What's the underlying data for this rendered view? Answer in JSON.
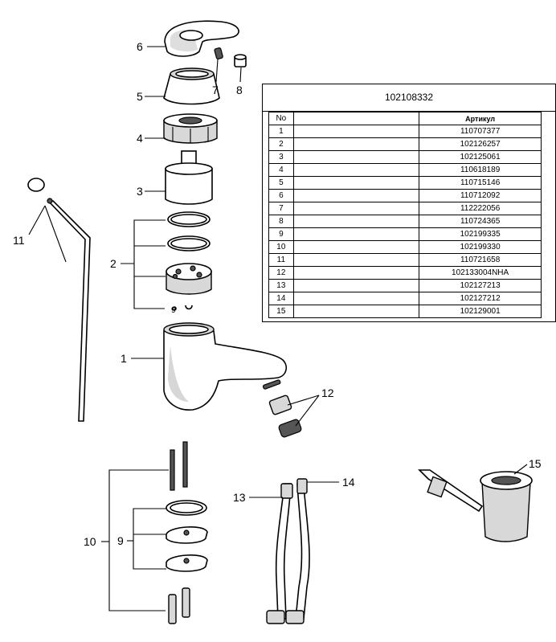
{
  "callouts": {
    "p1": "1",
    "p2": "2",
    "p3": "3",
    "p4": "4",
    "p5": "5",
    "p6": "6",
    "p7": "7",
    "p8": "8",
    "p9a": "9",
    "p9b": "9",
    "p10": "10",
    "p11": "11",
    "p12": "12",
    "p13": "13",
    "p14": "14",
    "p15": "15"
  },
  "parts_table": {
    "title": "102108332",
    "header": {
      "no": "No",
      "description": "",
      "article": "Артикул"
    },
    "rows": [
      {
        "no": "1",
        "article": "110707377"
      },
      {
        "no": "2",
        "article": "102126257"
      },
      {
        "no": "3",
        "article": "102125061"
      },
      {
        "no": "4",
        "article": "110618189"
      },
      {
        "no": "5",
        "article": "110715146"
      },
      {
        "no": "6",
        "article": "110712092"
      },
      {
        "no": "7",
        "article": "112222056"
      },
      {
        "no": "8",
        "article": "110724365"
      },
      {
        "no": "9",
        "article": "102199335"
      },
      {
        "no": "10",
        "article": "102199330"
      },
      {
        "no": "11",
        "article": "110721658"
      },
      {
        "no": "12",
        "article": "102133004NHA"
      },
      {
        "no": "13",
        "article": "102127213"
      },
      {
        "no": "14",
        "article": "102127212"
      },
      {
        "no": "15",
        "article": "102129001"
      }
    ]
  }
}
